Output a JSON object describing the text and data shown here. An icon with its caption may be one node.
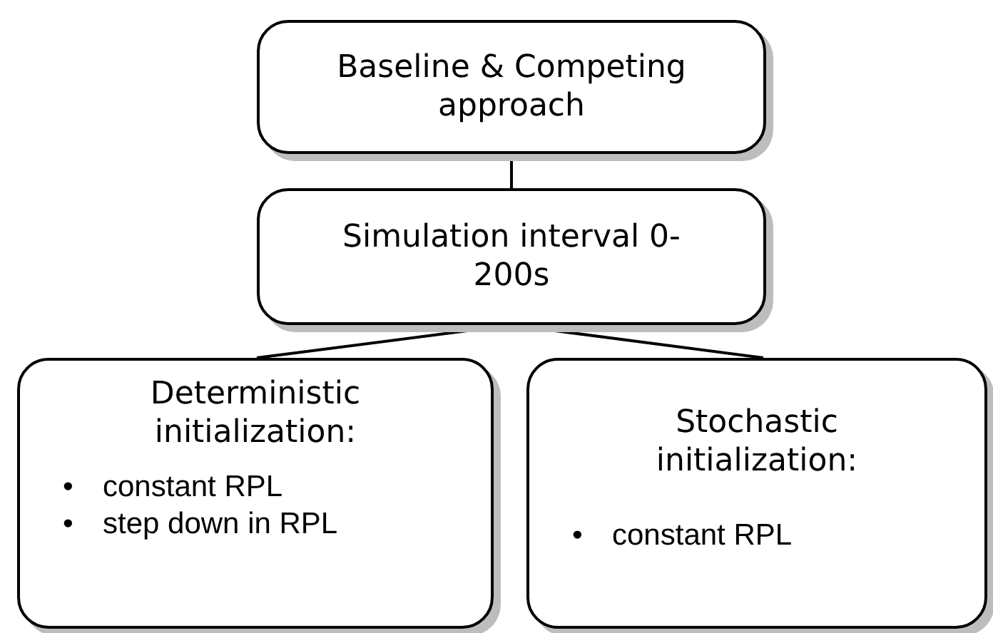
{
  "diagram": {
    "nodes": [
      {
        "text": [
          "Baseline & Competing approach"
        ]
      },
      {
        "text": [
          "Simulation interval 0-200s"
        ]
      },
      {
        "text": [
          "Deterministic initialization:",
          "•",
          "constant RPL",
          "•",
          "step down in RPL"
        ]
      },
      {
        "text": [
          "Stochastic initialization:",
          "•",
          "constant RPL"
        ]
      }
    ],
    "edges": [
      {
        "from": 0,
        "to": 1,
        "arrow": "none"
      },
      {
        "from": 1,
        "to": 2,
        "arrow": "none"
      },
      {
        "from": 1,
        "to": 3,
        "arrow": "none"
      }
    ]
  }
}
